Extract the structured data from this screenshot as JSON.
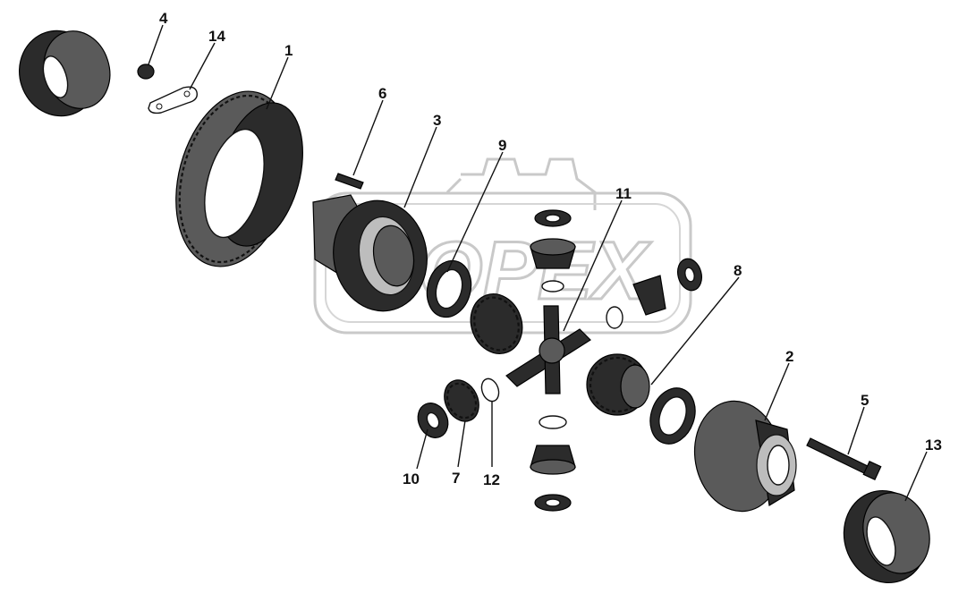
{
  "watermark": {
    "text": "OPEX",
    "color": "#c9c9c9"
  },
  "callouts": [
    {
      "id": "1",
      "label": "1"
    },
    {
      "id": "2",
      "label": "2"
    },
    {
      "id": "3",
      "label": "3"
    },
    {
      "id": "4",
      "label": "4"
    },
    {
      "id": "5",
      "label": "5"
    },
    {
      "id": "6",
      "label": "6"
    },
    {
      "id": "7",
      "label": "7"
    },
    {
      "id": "8",
      "label": "8"
    },
    {
      "id": "9",
      "label": "9"
    },
    {
      "id": "10",
      "label": "10"
    },
    {
      "id": "11",
      "label": "11"
    },
    {
      "id": "12",
      "label": "12"
    },
    {
      "id": "13",
      "label": "13"
    },
    {
      "id": "14",
      "label": "14"
    }
  ],
  "colors": {
    "ink": "#111111",
    "part_dark": "#2b2b2b",
    "background": "#ffffff"
  }
}
